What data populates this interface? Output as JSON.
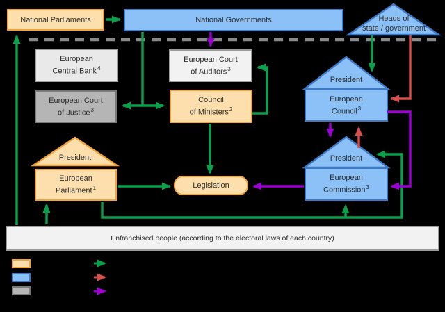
{
  "colors": {
    "orange_fill": "#FCDFAC",
    "orange_border": "#F2A43C",
    "blue_fill": "#8CC1F8",
    "blue_border": "#3E79C6",
    "ecb_fill": "#E9E9E9",
    "light_gray_fill": "#F2F2F2",
    "light_gray_border": "#9B9B9B",
    "mid_gray_fill": "#B5B5B5",
    "mid_gray_border": "#7A7A7A",
    "green": "#0AA14C",
    "red": "#D8504D",
    "purple": "#9D00D4",
    "dash_gray": "#8A8A8A",
    "text": "#2D2D2D"
  },
  "nodes": {
    "national_parliaments": {
      "label": "National Parliaments"
    },
    "national_governments": {
      "label": "National Governments"
    },
    "heads_of_state": {
      "line1": "Heads of",
      "line2": "state / government"
    },
    "european_central_bank": {
      "line1": "European",
      "line2": "Central Bank",
      "sup": "4"
    },
    "european_court_of_auditors": {
      "line1": "European Court",
      "line2": "of Auditors",
      "sup": "3"
    },
    "european_court_of_justice": {
      "line1": "European Court",
      "line2": "of Justice",
      "sup": "3"
    },
    "council_of_ministers": {
      "line1": "Council",
      "line2": "of Ministers",
      "sup": "2"
    },
    "european_parliament": {
      "line1": "European",
      "line2": "Parliament",
      "sup": "1",
      "president_label": "President"
    },
    "european_council": {
      "line1": "European",
      "line2": "Council",
      "sup": "3",
      "president_label": "President"
    },
    "european_commission": {
      "line1": "European",
      "line2": "Commission",
      "sup": "3",
      "president_label": "President"
    },
    "legislation": {
      "label": "Legislation"
    },
    "enfranchised_people": {
      "label": "Enfranchised people (according to the electoral laws of each country)"
    }
  },
  "legend": {
    "swatch_color_keys": [
      "orange",
      "blue",
      "gray"
    ],
    "arrow_color_keys": [
      "green",
      "red",
      "purple"
    ]
  }
}
